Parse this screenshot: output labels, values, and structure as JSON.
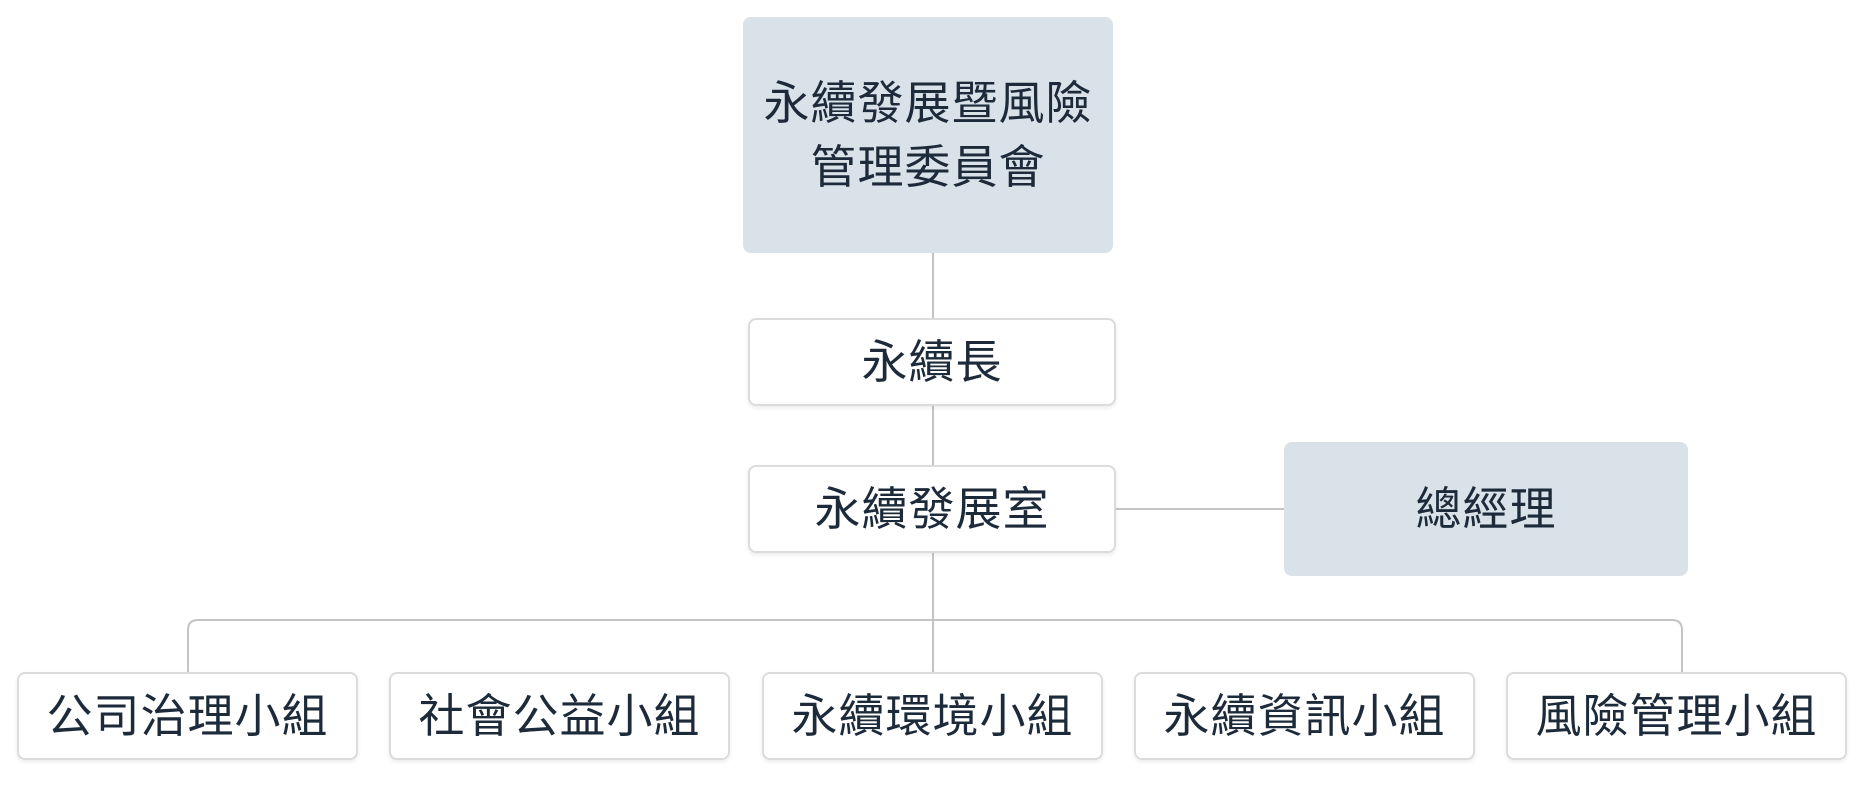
{
  "org_chart": {
    "committee": "永續發展暨風險\n管理委員會",
    "chief_sustainability_officer": "永續長",
    "sustainability_office": "永續發展室",
    "general_manager": "總經理",
    "groups": [
      "公司治理小組",
      "社會公益小組",
      "永續環境小組",
      "永續資訊小組",
      "風險管理小組"
    ]
  },
  "colors": {
    "shaded_box": "#d9e1e9",
    "outlined_box_border": "#dcdcdc",
    "connector": "#c4c4c4",
    "text": "#1c2a3a"
  }
}
